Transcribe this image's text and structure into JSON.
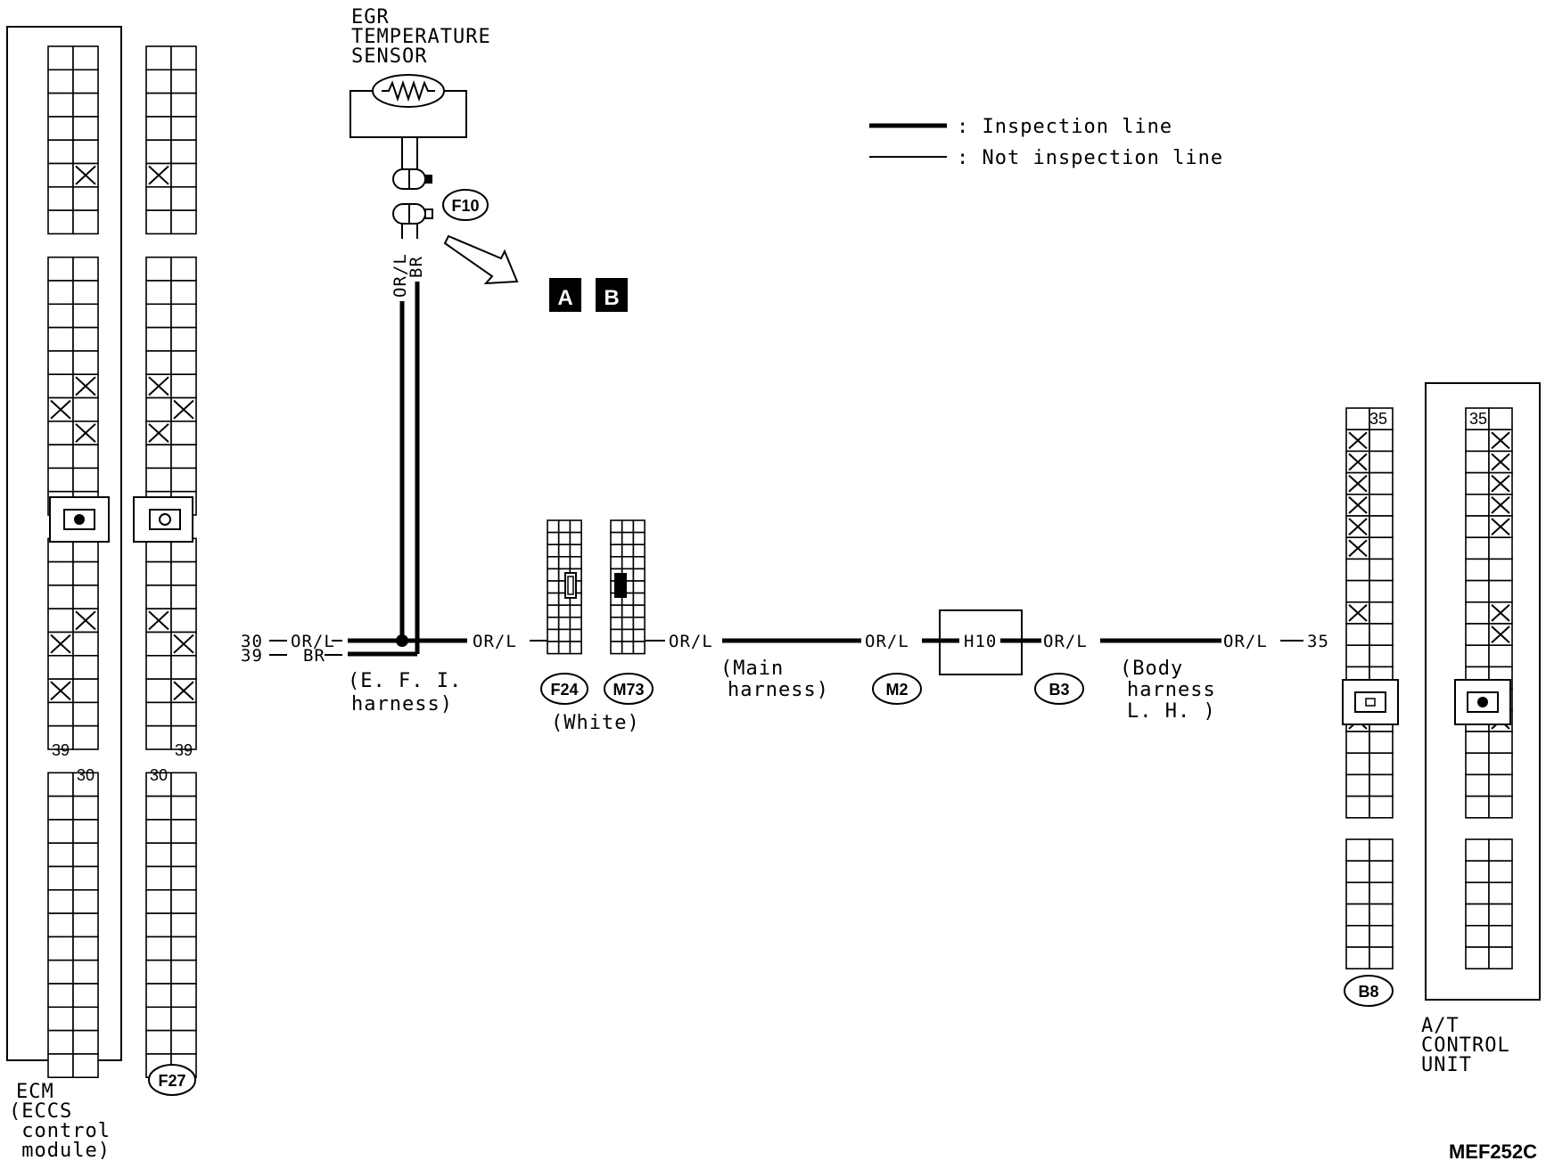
{
  "components": {
    "sensor": {
      "name": [
        "EGR",
        "TEMPERATURE",
        "SENSOR"
      ],
      "connector": "F10"
    },
    "ecm": {
      "name": [
        "ECM",
        "(ECCS",
        " control",
        " module)"
      ],
      "connector": "F27",
      "pin_a": "39",
      "pin_b": "30"
    },
    "joint_f24": {
      "connector": "F24"
    },
    "joint_m73": {
      "connector": "M73",
      "note": "(White)"
    },
    "connector_m2": {
      "connector": "M2"
    },
    "junction": {
      "label": "H10"
    },
    "connector_b3": {
      "connector": "B3"
    },
    "atcu": {
      "name": [
        "A/T",
        "CONTROL",
        "UNIT"
      ],
      "connector": "B8",
      "pin": "35"
    }
  },
  "wires": {
    "or_l": "OR/L",
    "br": "BR",
    "pin_30": "30",
    "pin_39": "39",
    "pin_35": "35"
  },
  "harness_labels": {
    "efi": [
      "(E. F. I.",
      "harness)"
    ],
    "main": [
      "(Main",
      "harness)"
    ],
    "body": [
      "(Body",
      "harness",
      "L. H. )"
    ]
  },
  "legend": {
    "inspection": ": Inspection line",
    "not_inspection": ": Not inspection line"
  },
  "reference_marks": [
    "A",
    "B"
  ],
  "figure_code": "MEF252C"
}
